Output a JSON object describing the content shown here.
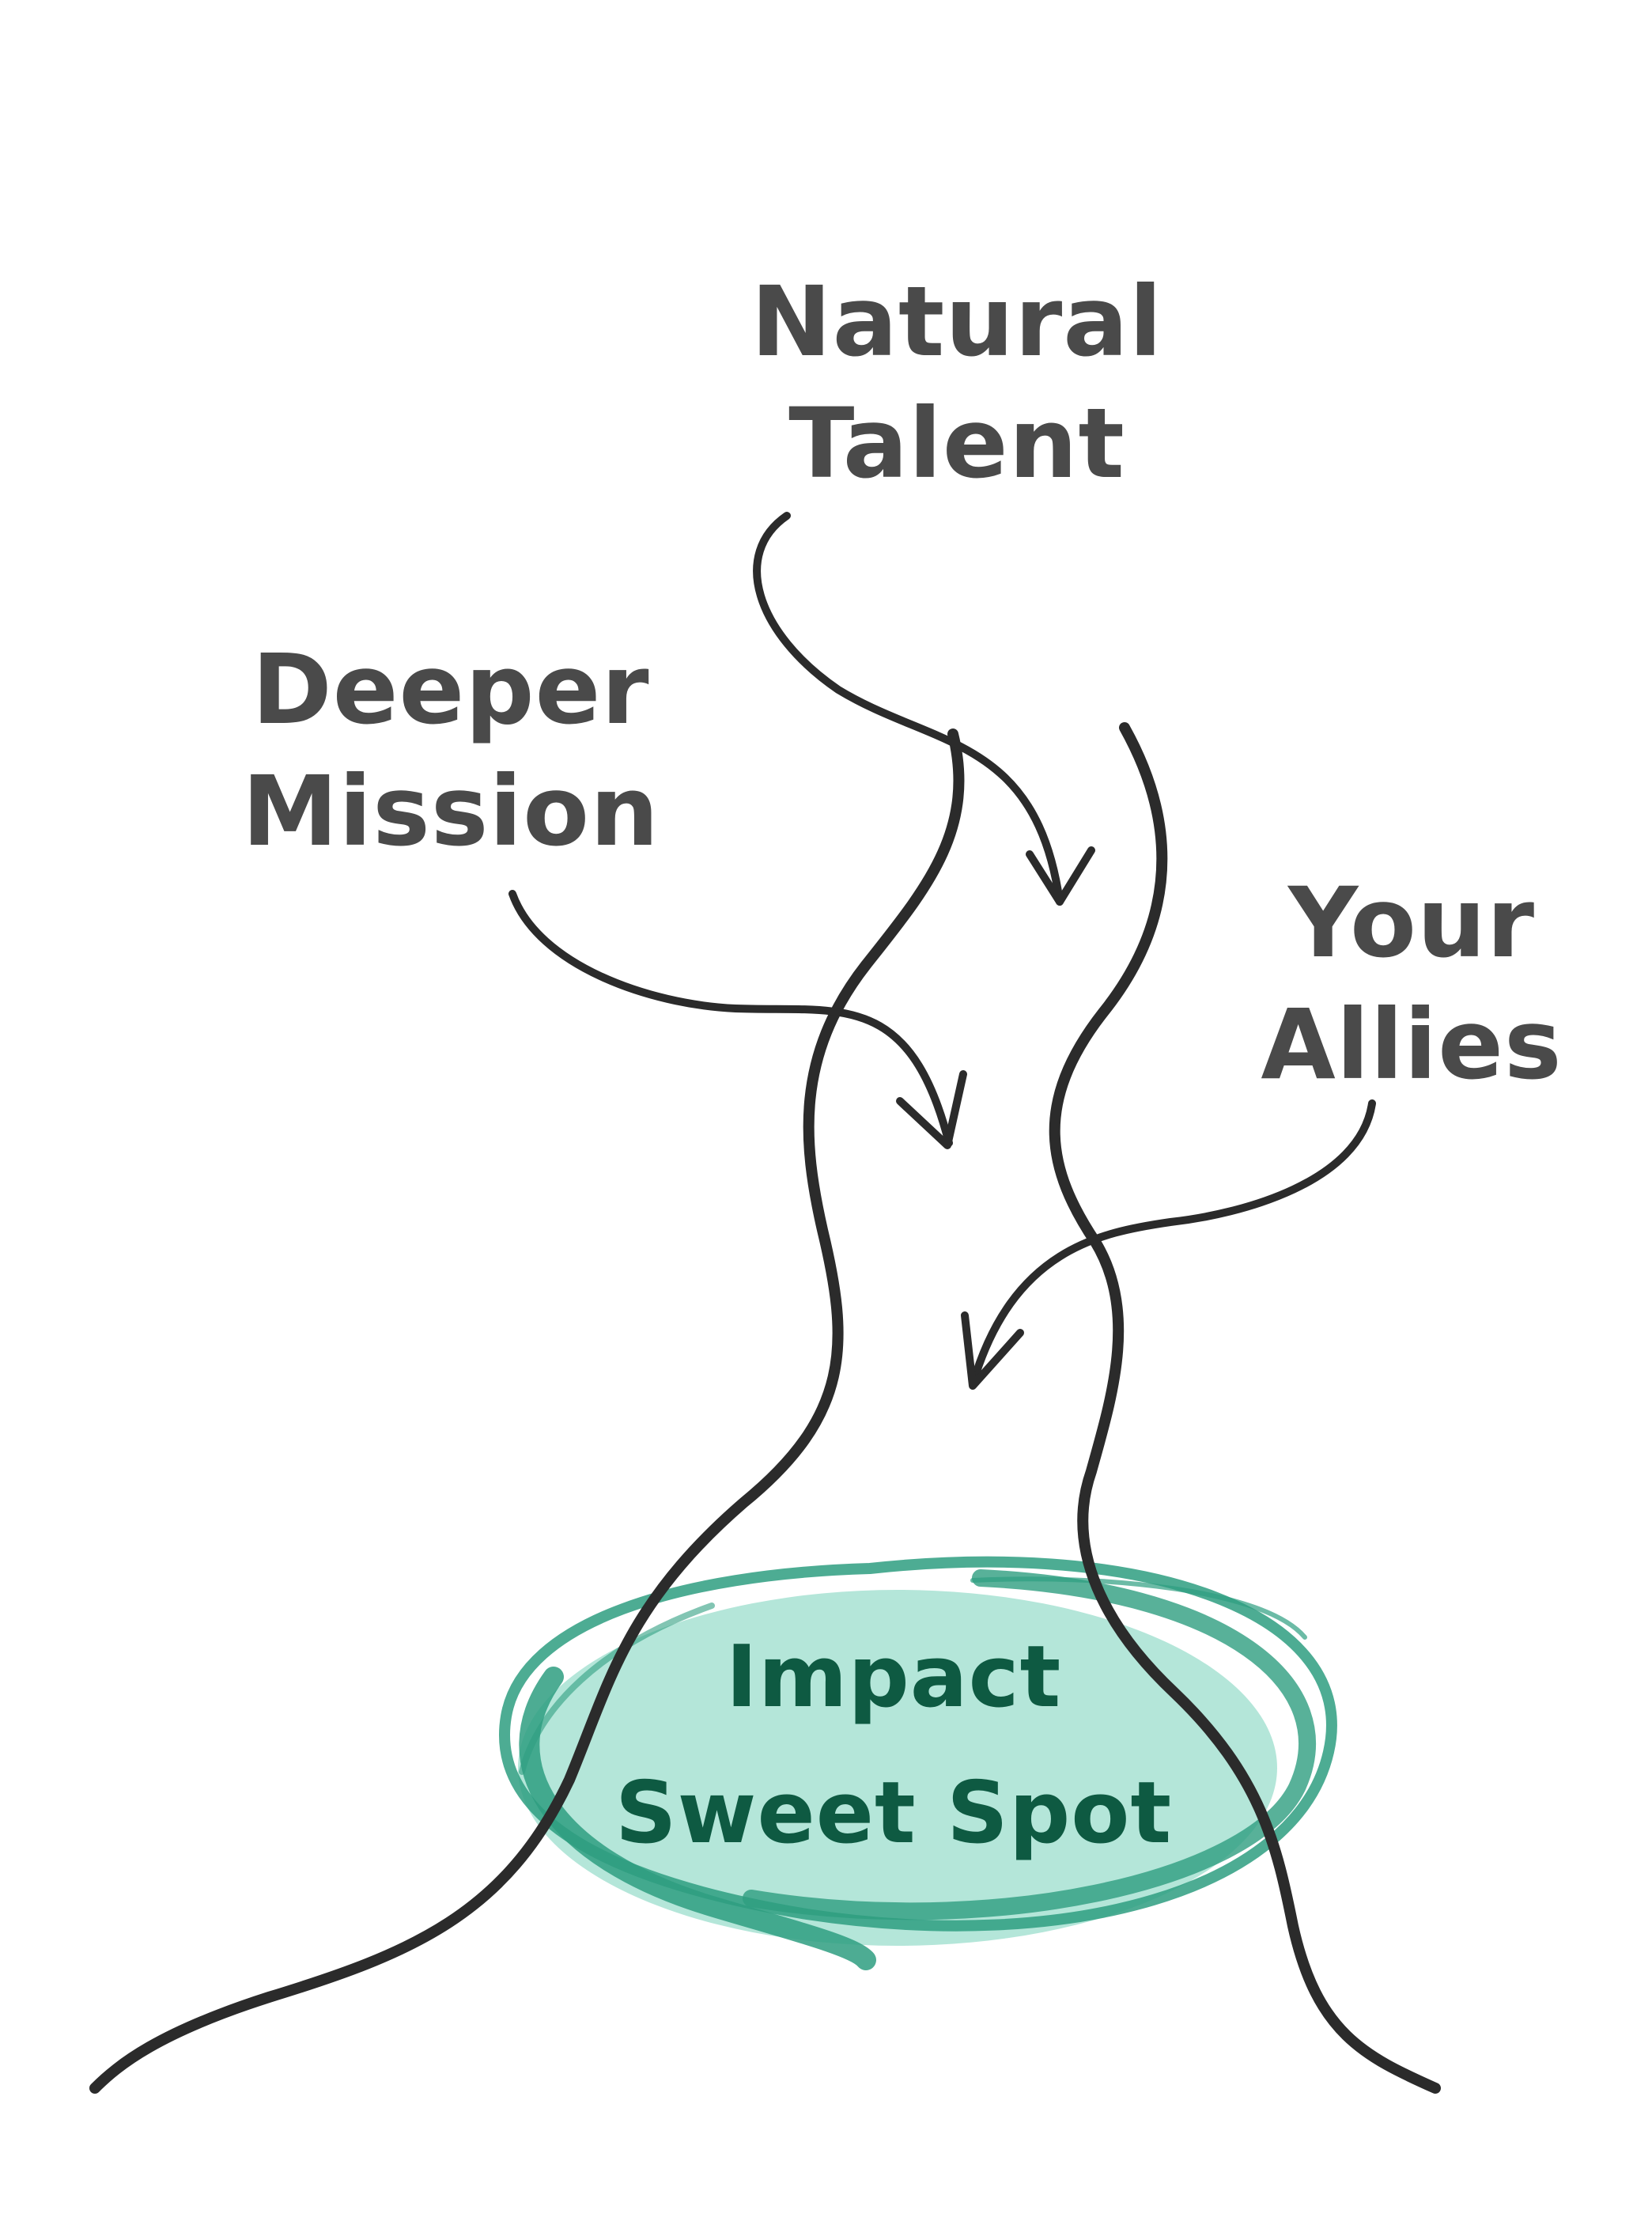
{
  "labels": {
    "natural_talent": [
      "Natural",
      "Talent"
    ],
    "deeper_mission": [
      "Deeper",
      "Mission"
    ],
    "your_allies": [
      "Your",
      "Allies"
    ],
    "impact_sweet_spot": [
      "Impact",
      "Sweet Spot"
    ]
  },
  "colors": {
    "ink": "#2b2b2b",
    "label_text": "#4a4a4a",
    "sweet_spot_text": "#0e5a42",
    "sweet_spot_fill": "#b0e5d7",
    "sweet_spot_stroke": "#2e9e80",
    "background": "#ffffff"
  }
}
